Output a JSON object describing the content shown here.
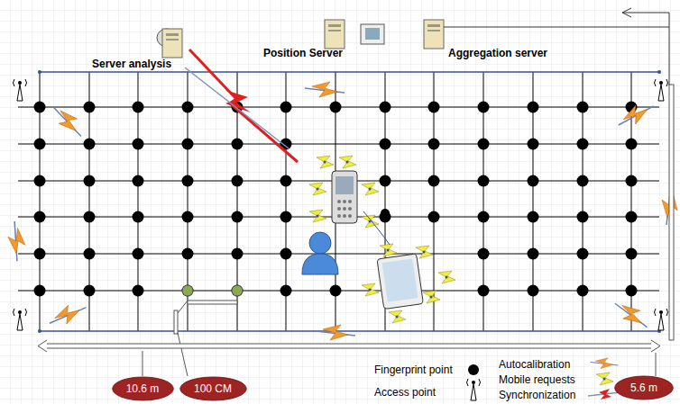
{
  "diagram": {
    "nodes": [
      {
        "text": [
          "10.6 m"
        ]
      },
      {
        "text": [
          "100 CM"
        ]
      },
      {
        "text": [
          "5.6 m"
        ]
      }
    ],
    "labels": [
      "Server  analysis",
      "Position Server",
      "Aggregation server"
    ],
    "legend": [
      {
        "text": "Fingerprint point"
      },
      {
        "text": "Access point"
      },
      {
        "text": "Autocalibration"
      },
      {
        "text": "Mobile requests"
      },
      {
        "text": "Synchronization"
      }
    ]
  }
}
